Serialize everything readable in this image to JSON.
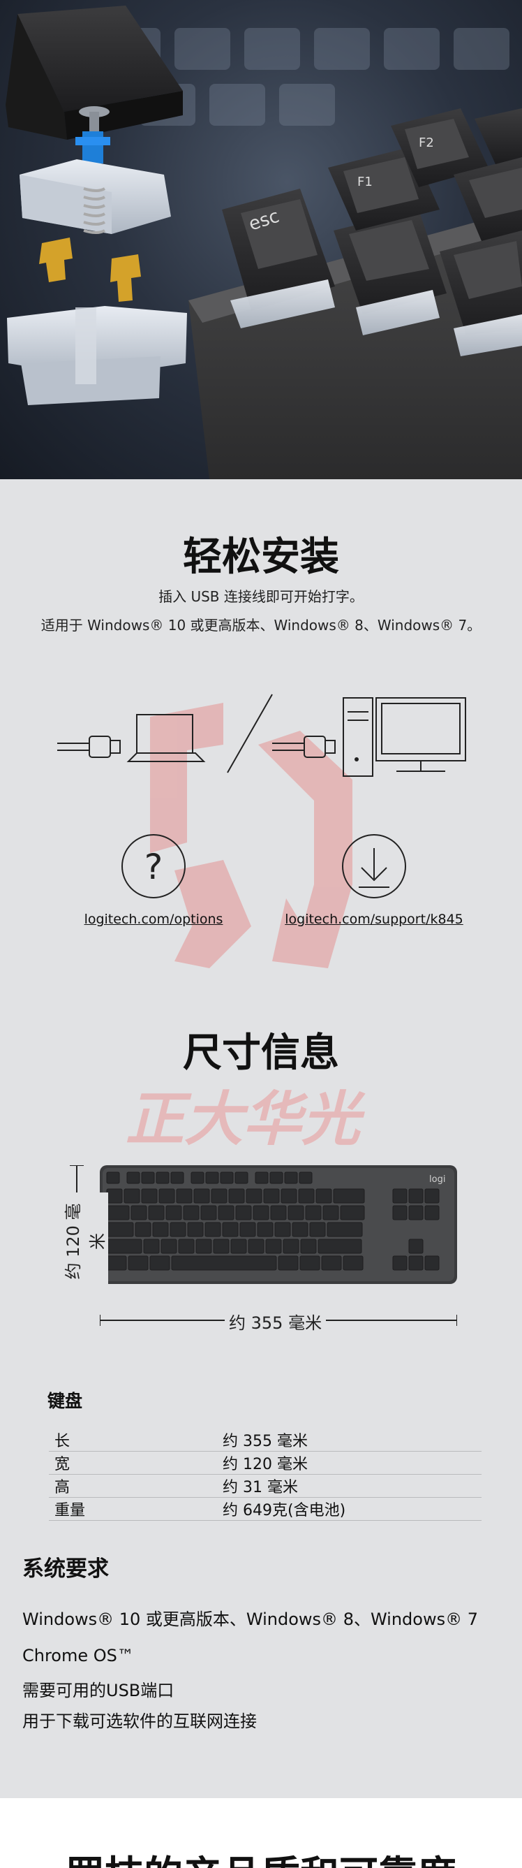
{
  "install": {
    "title": "轻松安装",
    "line1": "插入 USB 连接线即可开始打字。",
    "line2": "适用于 Windows® 10 或更高版本、Windows® 8、Windows® 7。",
    "link_left": "logitech.com/options",
    "link_right": "logitech.com/support/k845"
  },
  "dimensions": {
    "title": "尺寸信息",
    "height_label": "约 120 毫米",
    "width_label": "约 355 毫米",
    "brand_mark": "logi"
  },
  "watermark": {
    "text": "正大华光"
  },
  "specs": {
    "title": "键盘",
    "rows": [
      {
        "k": "长",
        "v": "约 355 毫米"
      },
      {
        "k": "宽",
        "v": "约 120 毫米"
      },
      {
        "k": "高",
        "v": "约  31   毫米"
      },
      {
        "k": "重量",
        "v": "约  649克(含电池)"
      }
    ]
  },
  "requirements": {
    "title": "系统要求",
    "line1": "Windows® 10 或更高版本、Windows® 8、Windows® 7",
    "line2": "Chrome OS™",
    "line3": "需要可用的USB端口",
    "line4": "用于下载可选软件的互联网连接"
  },
  "footer": {
    "title": "罗技的产品质和可靠度"
  },
  "colors": {
    "background": "#e1e2e4",
    "watermark": "#e3a8a8",
    "hero_dark": "#1b212b"
  }
}
